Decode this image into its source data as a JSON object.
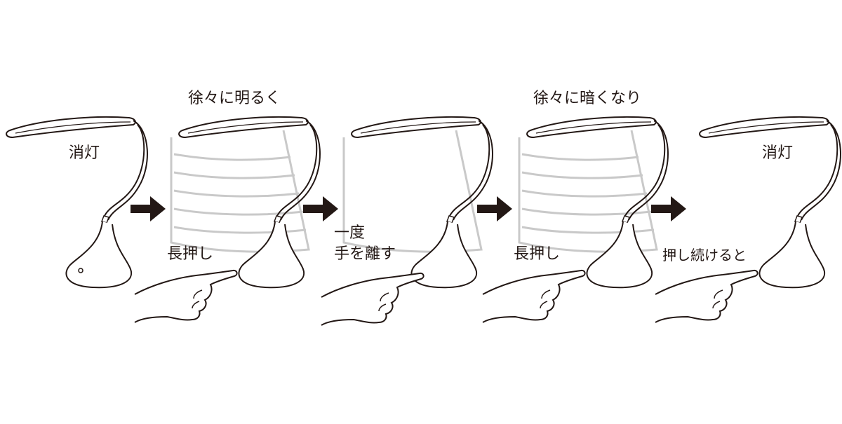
{
  "panels": [
    {
      "top_label": "",
      "side_label": "消灯",
      "bottom_label": ""
    },
    {
      "top_label": "徐々に明るく",
      "side_label": "",
      "bottom_label": "長押し"
    },
    {
      "top_label": "",
      "side_label": "",
      "bottom_label_line1": "一度",
      "bottom_label_line2": "手を離す"
    },
    {
      "top_label": "徐々に暗くなり",
      "side_label": "",
      "bottom_label": "長押し"
    },
    {
      "top_label": "",
      "side_label": "消灯",
      "bottom_label": "押し続けると"
    }
  ],
  "colors": {
    "ink": "#231815",
    "light": "#c9c9c9",
    "arrow": "#231815"
  }
}
